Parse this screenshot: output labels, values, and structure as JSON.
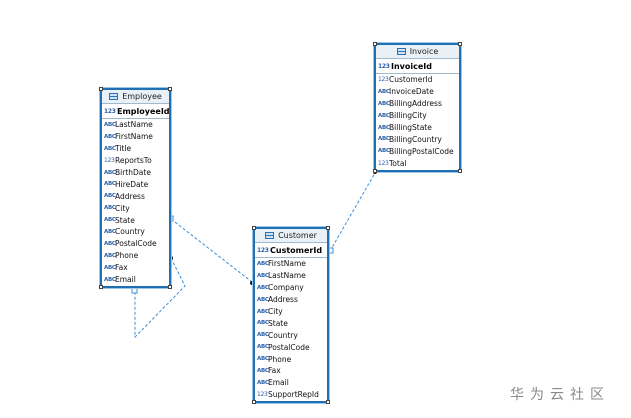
{
  "tables": {
    "employee": {
      "title": "Employee",
      "pk": {
        "type": "123",
        "name": "EmployeeId"
      },
      "columns": [
        {
          "type": "abc",
          "name": "LastName"
        },
        {
          "type": "abc",
          "name": "FirstName"
        },
        {
          "type": "abc",
          "name": "Title"
        },
        {
          "type": "123",
          "name": "ReportsTo"
        },
        {
          "type": "abc",
          "name": "BirthDate"
        },
        {
          "type": "abc",
          "name": "HireDate"
        },
        {
          "type": "abc",
          "name": "Address"
        },
        {
          "type": "abc",
          "name": "City"
        },
        {
          "type": "abc",
          "name": "State"
        },
        {
          "type": "abc",
          "name": "Country"
        },
        {
          "type": "abc",
          "name": "PostalCode"
        },
        {
          "type": "abc",
          "name": "Phone"
        },
        {
          "type": "abc",
          "name": "Fax"
        },
        {
          "type": "abc",
          "name": "Email"
        }
      ]
    },
    "customer": {
      "title": "Customer",
      "pk": {
        "type": "123",
        "name": "CustomerId"
      },
      "columns": [
        {
          "type": "abc",
          "name": "FirstName"
        },
        {
          "type": "abc",
          "name": "LastName"
        },
        {
          "type": "abc",
          "name": "Company"
        },
        {
          "type": "abc",
          "name": "Address"
        },
        {
          "type": "abc",
          "name": "City"
        },
        {
          "type": "abc",
          "name": "State"
        },
        {
          "type": "abc",
          "name": "Country"
        },
        {
          "type": "abc",
          "name": "PostalCode"
        },
        {
          "type": "abc",
          "name": "Phone"
        },
        {
          "type": "abc",
          "name": "Fax"
        },
        {
          "type": "abc",
          "name": "Email"
        },
        {
          "type": "123",
          "name": "SupportRepId"
        }
      ]
    },
    "invoice": {
      "title": "Invoice",
      "pk": {
        "type": "123",
        "name": "InvoiceId"
      },
      "columns": [
        {
          "type": "123",
          "name": "CustomerId"
        },
        {
          "type": "abc",
          "name": "InvoiceDate"
        },
        {
          "type": "abc",
          "name": "BillingAddress"
        },
        {
          "type": "abc",
          "name": "BillingCity"
        },
        {
          "type": "abc",
          "name": "BillingState"
        },
        {
          "type": "abc",
          "name": "BillingCountry"
        },
        {
          "type": "abc",
          "name": "BillingPostalCode"
        },
        {
          "type": "123",
          "name": "Total"
        }
      ]
    }
  },
  "type_glyphs": {
    "abc": "ABC",
    "123": "123"
  },
  "colors": {
    "border": "#1f6fb2",
    "link": "#3b8fd6",
    "header_bg": "#e9f0f6"
  },
  "watermark": "华为云社区"
}
